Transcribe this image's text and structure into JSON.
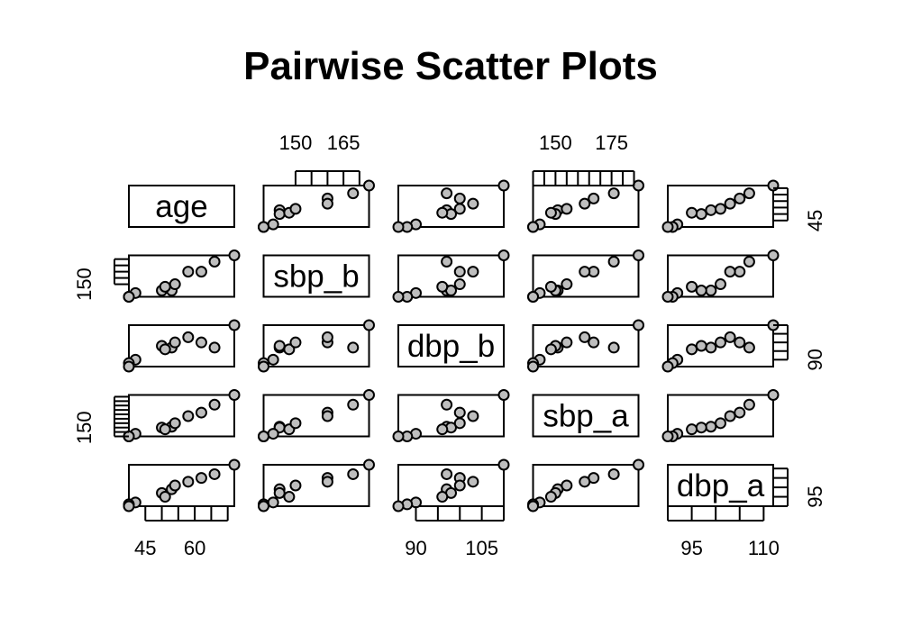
{
  "chart_data": {
    "type": "scatter",
    "title": "Pairwise Scatter Plots",
    "variables": [
      "age",
      "sbp_b",
      "dbp_b",
      "sbp_a",
      "dbp_a"
    ],
    "point_fill": "#bebebe",
    "point_stroke": "#000000",
    "ranges": {
      "age": [
        40,
        72
      ],
      "sbp_b": [
        140,
        173
      ],
      "dbp_b": [
        86,
        110
      ],
      "sbp_a": [
        140,
        187
      ],
      "dbp_a": [
        90,
        112
      ]
    },
    "ticks": {
      "age": [
        "45",
        "50",
        "55",
        "60",
        "65",
        "70"
      ],
      "sbp_b": [
        "150",
        "155",
        "160",
        "165",
        "170"
      ],
      "dbp_b": [
        "90",
        "95",
        "100",
        "105",
        "110"
      ],
      "sbp_a": [
        "140",
        "145",
        "150",
        "155",
        "160",
        "165",
        "170",
        "175",
        "180",
        "185"
      ],
      "dbp_a": [
        "90",
        "95",
        "100",
        "105",
        "110"
      ]
    },
    "tick_labels": {
      "age": [
        "45",
        "60"
      ],
      "sbp_b": [
        "150",
        "165"
      ],
      "dbp_b": [
        "90",
        "105"
      ],
      "sbp_a": [
        "150",
        "175"
      ],
      "dbp_a": [
        "95",
        "110"
      ]
    },
    "observations": [
      {
        "age": 72,
        "sbp_b": 173,
        "dbp_b": 110,
        "sbp_a": 187,
        "dbp_a": 112
      },
      {
        "age": 66,
        "sbp_b": 168,
        "dbp_b": 97,
        "sbp_a": 176,
        "dbp_a": 107
      },
      {
        "age": 62,
        "sbp_b": 160,
        "dbp_b": 100,
        "sbp_a": 167,
        "dbp_a": 105
      },
      {
        "age": 58,
        "sbp_b": 160,
        "dbp_b": 103,
        "sbp_a": 163,
        "dbp_a": 103
      },
      {
        "age": 53,
        "sbp_b": 145,
        "dbp_b": 97,
        "sbp_a": 151,
        "dbp_a": 99
      },
      {
        "age": 50,
        "sbp_b": 145,
        "dbp_b": 98,
        "sbp_a": 150,
        "dbp_a": 97
      },
      {
        "age": 51,
        "sbp_b": 148,
        "dbp_b": 96,
        "sbp_a": 148,
        "dbp_a": 95
      },
      {
        "age": 42,
        "sbp_b": 143,
        "dbp_b": 90,
        "sbp_a": 143,
        "dbp_a": 92
      },
      {
        "age": 40,
        "sbp_b": 140,
        "dbp_b": 88,
        "sbp_a": 140,
        "dbp_a": 91
      },
      {
        "age": 40,
        "sbp_b": 140,
        "dbp_b": 86,
        "sbp_a": 140,
        "dbp_a": 90
      },
      {
        "age": 54,
        "sbp_b": 150,
        "dbp_b": 100,
        "sbp_a": 155,
        "dbp_a": 101
      }
    ]
  }
}
